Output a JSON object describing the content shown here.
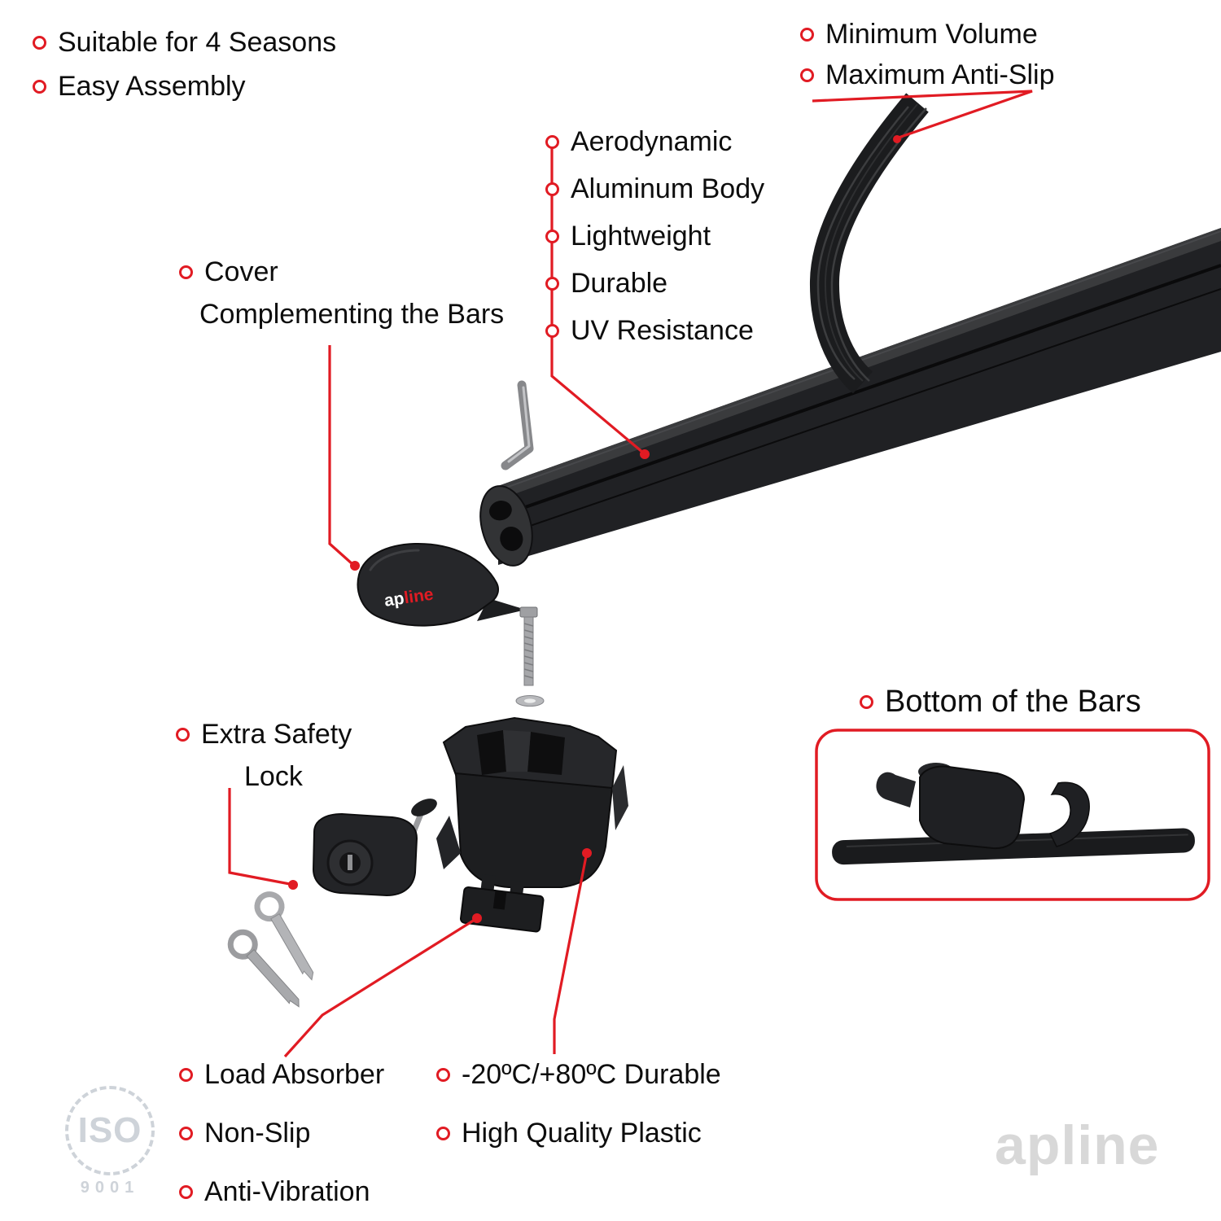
{
  "colors": {
    "accent": "#e11b23",
    "product_black": "#1e1f21",
    "watermark_gray": "#d8d8d8"
  },
  "top_left_features": {
    "items": [
      "Suitable for 4 Seasons",
      "Easy Assembly"
    ]
  },
  "top_right_features": {
    "items": [
      "Minimum Volume",
      "Maximum Anti-Slip"
    ]
  },
  "cover_label": {
    "line1": "Cover",
    "line2": "Complementing the Bars"
  },
  "bar_features": {
    "items": [
      "Aerodynamic",
      "Aluminum Body",
      "Lightweight",
      "Durable",
      "UV Resistance"
    ]
  },
  "safety_label": {
    "line1": "Extra Safety",
    "line2": "Lock"
  },
  "inset": {
    "title": "Bottom of the Bars"
  },
  "bottom_left_features": {
    "items": [
      "Load Absorber",
      "Non-Slip",
      "Anti-Vibration"
    ]
  },
  "bottom_center_features": {
    "items": [
      "-20ºC/+80ºC Durable",
      "High Quality Plastic"
    ]
  },
  "brand": {
    "name": "apline",
    "logo_part1": "ap",
    "logo_part2": "line"
  },
  "iso_badge": {
    "text": "ISO",
    "number": "9001"
  }
}
